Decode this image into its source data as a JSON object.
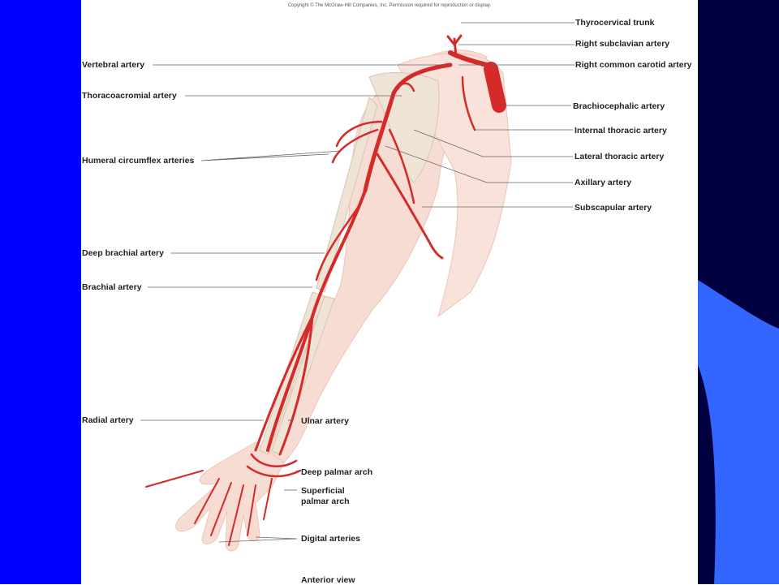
{
  "slide": {
    "colors": {
      "left_panel": "#0000ff",
      "right_panel": "#000040",
      "wave": "#3366ff",
      "artery": "#d42a2a",
      "skin": "#f6d8cf"
    }
  },
  "figure": {
    "copyright": "Copyright © The McGraw-Hill Companies, Inc. Permission required for reproduction or display.",
    "caption": "Anterior view",
    "labels_left": [
      "Vertebral artery",
      "Thoracoacromial artery",
      "Humeral circumflex arteries",
      "Deep brachial artery",
      "Brachial artery",
      "Radial artery"
    ],
    "labels_right": [
      "Thyrocervical trunk",
      "Right subclavian artery",
      "Right common carotid artery",
      "Brachiocephalic artery",
      "Internal thoracic artery",
      "Lateral thoracic artery",
      "Axillary artery",
      "Subscapular artery"
    ],
    "labels_forearm": [
      "Ulnar artery",
      "Deep palmar arch",
      "Superficial",
      "palmar arch",
      "Digital arteries"
    ]
  }
}
